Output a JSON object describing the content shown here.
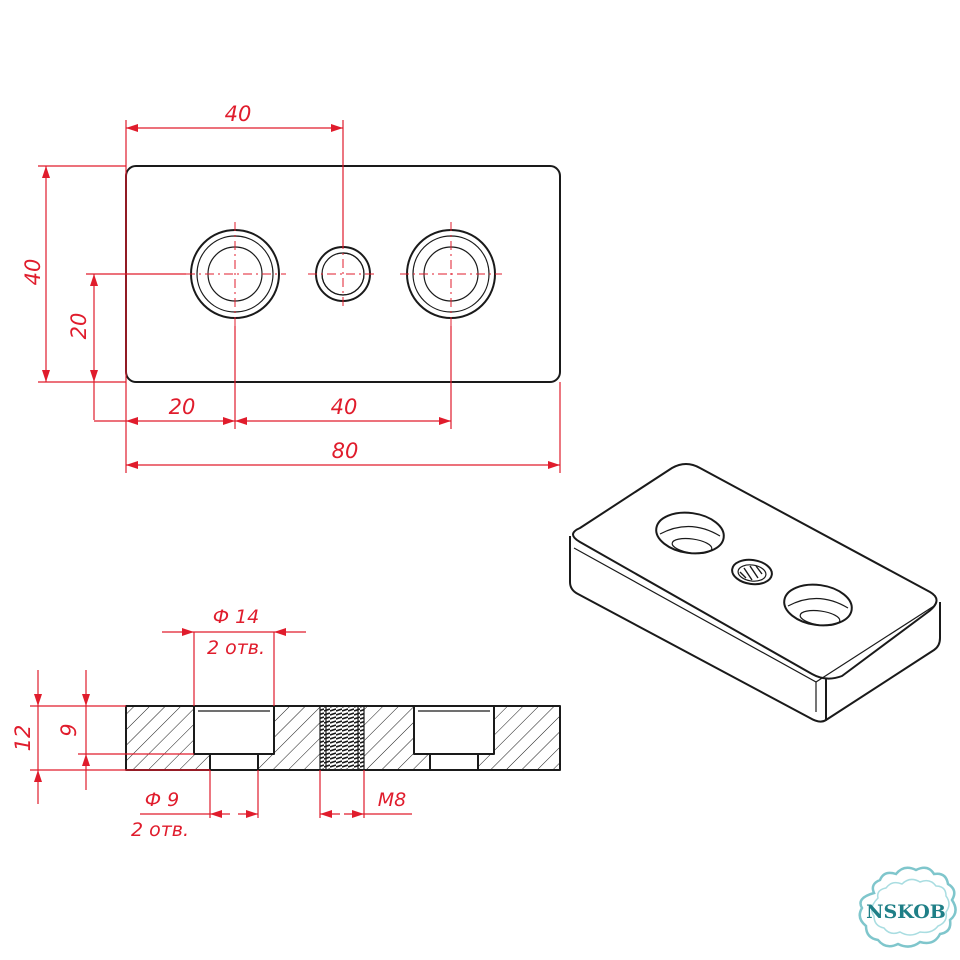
{
  "drawing": {
    "top_view": {
      "dim_hole_spacing_top": "40",
      "dim_height": "40",
      "dim_center_height": "20",
      "dim_left_offset": "20",
      "dim_hole_spacing_bottom": "40",
      "dim_width": "80"
    },
    "section_view": {
      "counterbore_diameter": "Ф 14",
      "counterbore_count": "2 отв.",
      "dim_thickness": "12",
      "dim_depth": "9",
      "through_diameter": "Ф 9",
      "through_count": "2 отв.",
      "thread": "M8"
    },
    "colors": {
      "outline": "#1a1a1a",
      "dimension": "#e01c2c",
      "logo": "#1f7f87"
    }
  },
  "logo": {
    "text": "NSKOB",
    "icon": "cloud-badge-icon"
  }
}
